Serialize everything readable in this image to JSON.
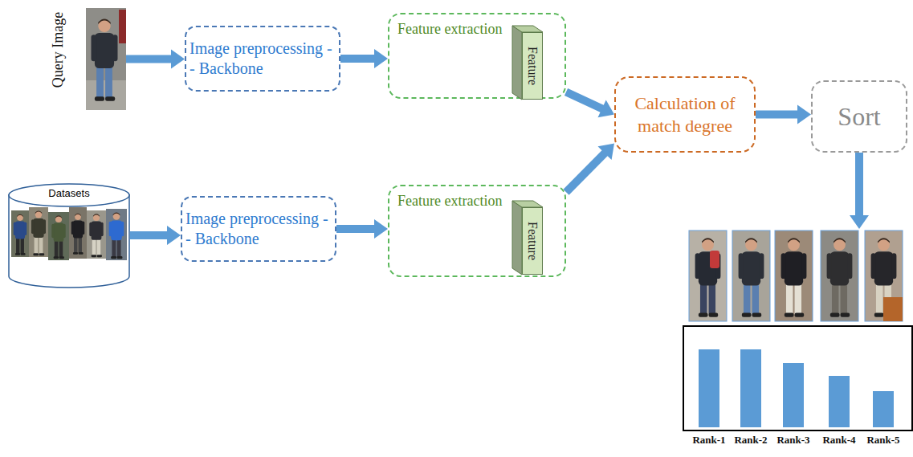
{
  "diagram": {
    "nodes": [
      {
        "text": [
          "Query Image"
        ]
      },
      {
        "text": [
          "Image preprocessing -- Backbone"
        ]
      },
      {
        "text": [
          "Feature extraction"
        ]
      },
      {
        "text": [
          "Feature"
        ],
        "in": 2
      },
      {
        "text": [
          "Calculation of match degree"
        ]
      },
      {
        "text": [
          "Sort"
        ]
      },
      {
        "text": [
          "Datasets"
        ]
      },
      {
        "text": [
          "Image preprocessing -- Backbone"
        ]
      },
      {
        "text": [
          "Feature extraction"
        ]
      },
      {
        "text": [
          "Feature"
        ],
        "in": 8
      },
      {
        "text": [
          "Rank-1",
          "Rank-2",
          "Rank-3",
          "Rank-4",
          "Rank-5"
        ]
      }
    ],
    "edges": [
      {
        "from": 0,
        "to": 1,
        "arrow": "to"
      },
      {
        "from": 1,
        "to": 2,
        "arrow": "to"
      },
      {
        "from": 2,
        "to": 4,
        "arrow": "to"
      },
      {
        "from": 6,
        "to": 7,
        "arrow": "to"
      },
      {
        "from": 7,
        "to": 8,
        "arrow": "to"
      },
      {
        "from": 8,
        "to": 4,
        "arrow": "to"
      },
      {
        "from": 4,
        "to": 5,
        "arrow": "to"
      },
      {
        "from": 5,
        "to": 10,
        "arrow": "to"
      }
    ]
  }
}
